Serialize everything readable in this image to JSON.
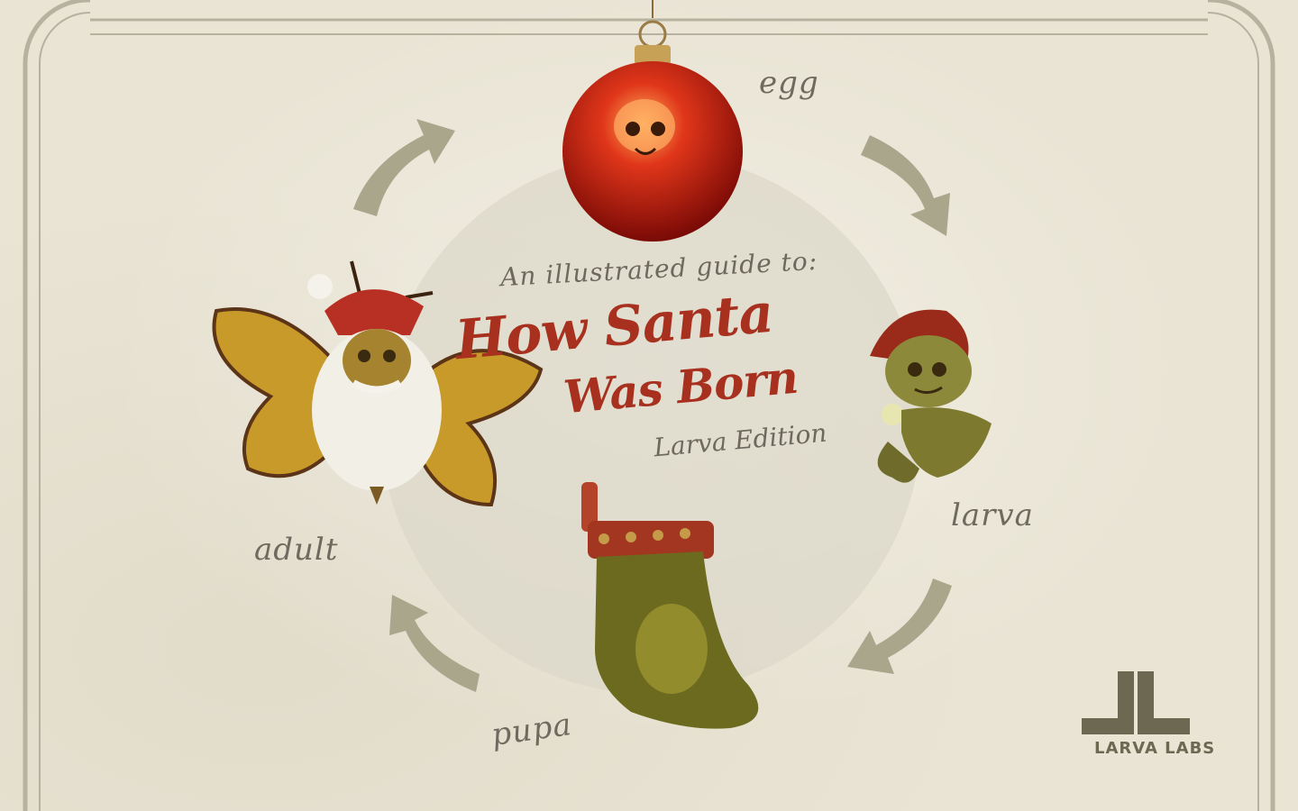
{
  "title": {
    "subtitle": "An illustrated guide to:",
    "line1": "How Santa",
    "line2": "Was Born",
    "edition": "Larva Edition"
  },
  "stages": {
    "egg": "egg",
    "larva": "larva",
    "pupa": "pupa",
    "adult": "adult"
  },
  "logo": {
    "text": "LARVA LABS"
  },
  "colors": {
    "paper": "#e9e4d4",
    "title_red": "#a8301e",
    "ink_gray": "#6e695e",
    "arrow": "#a9a589",
    "logo": "#6d6852"
  }
}
